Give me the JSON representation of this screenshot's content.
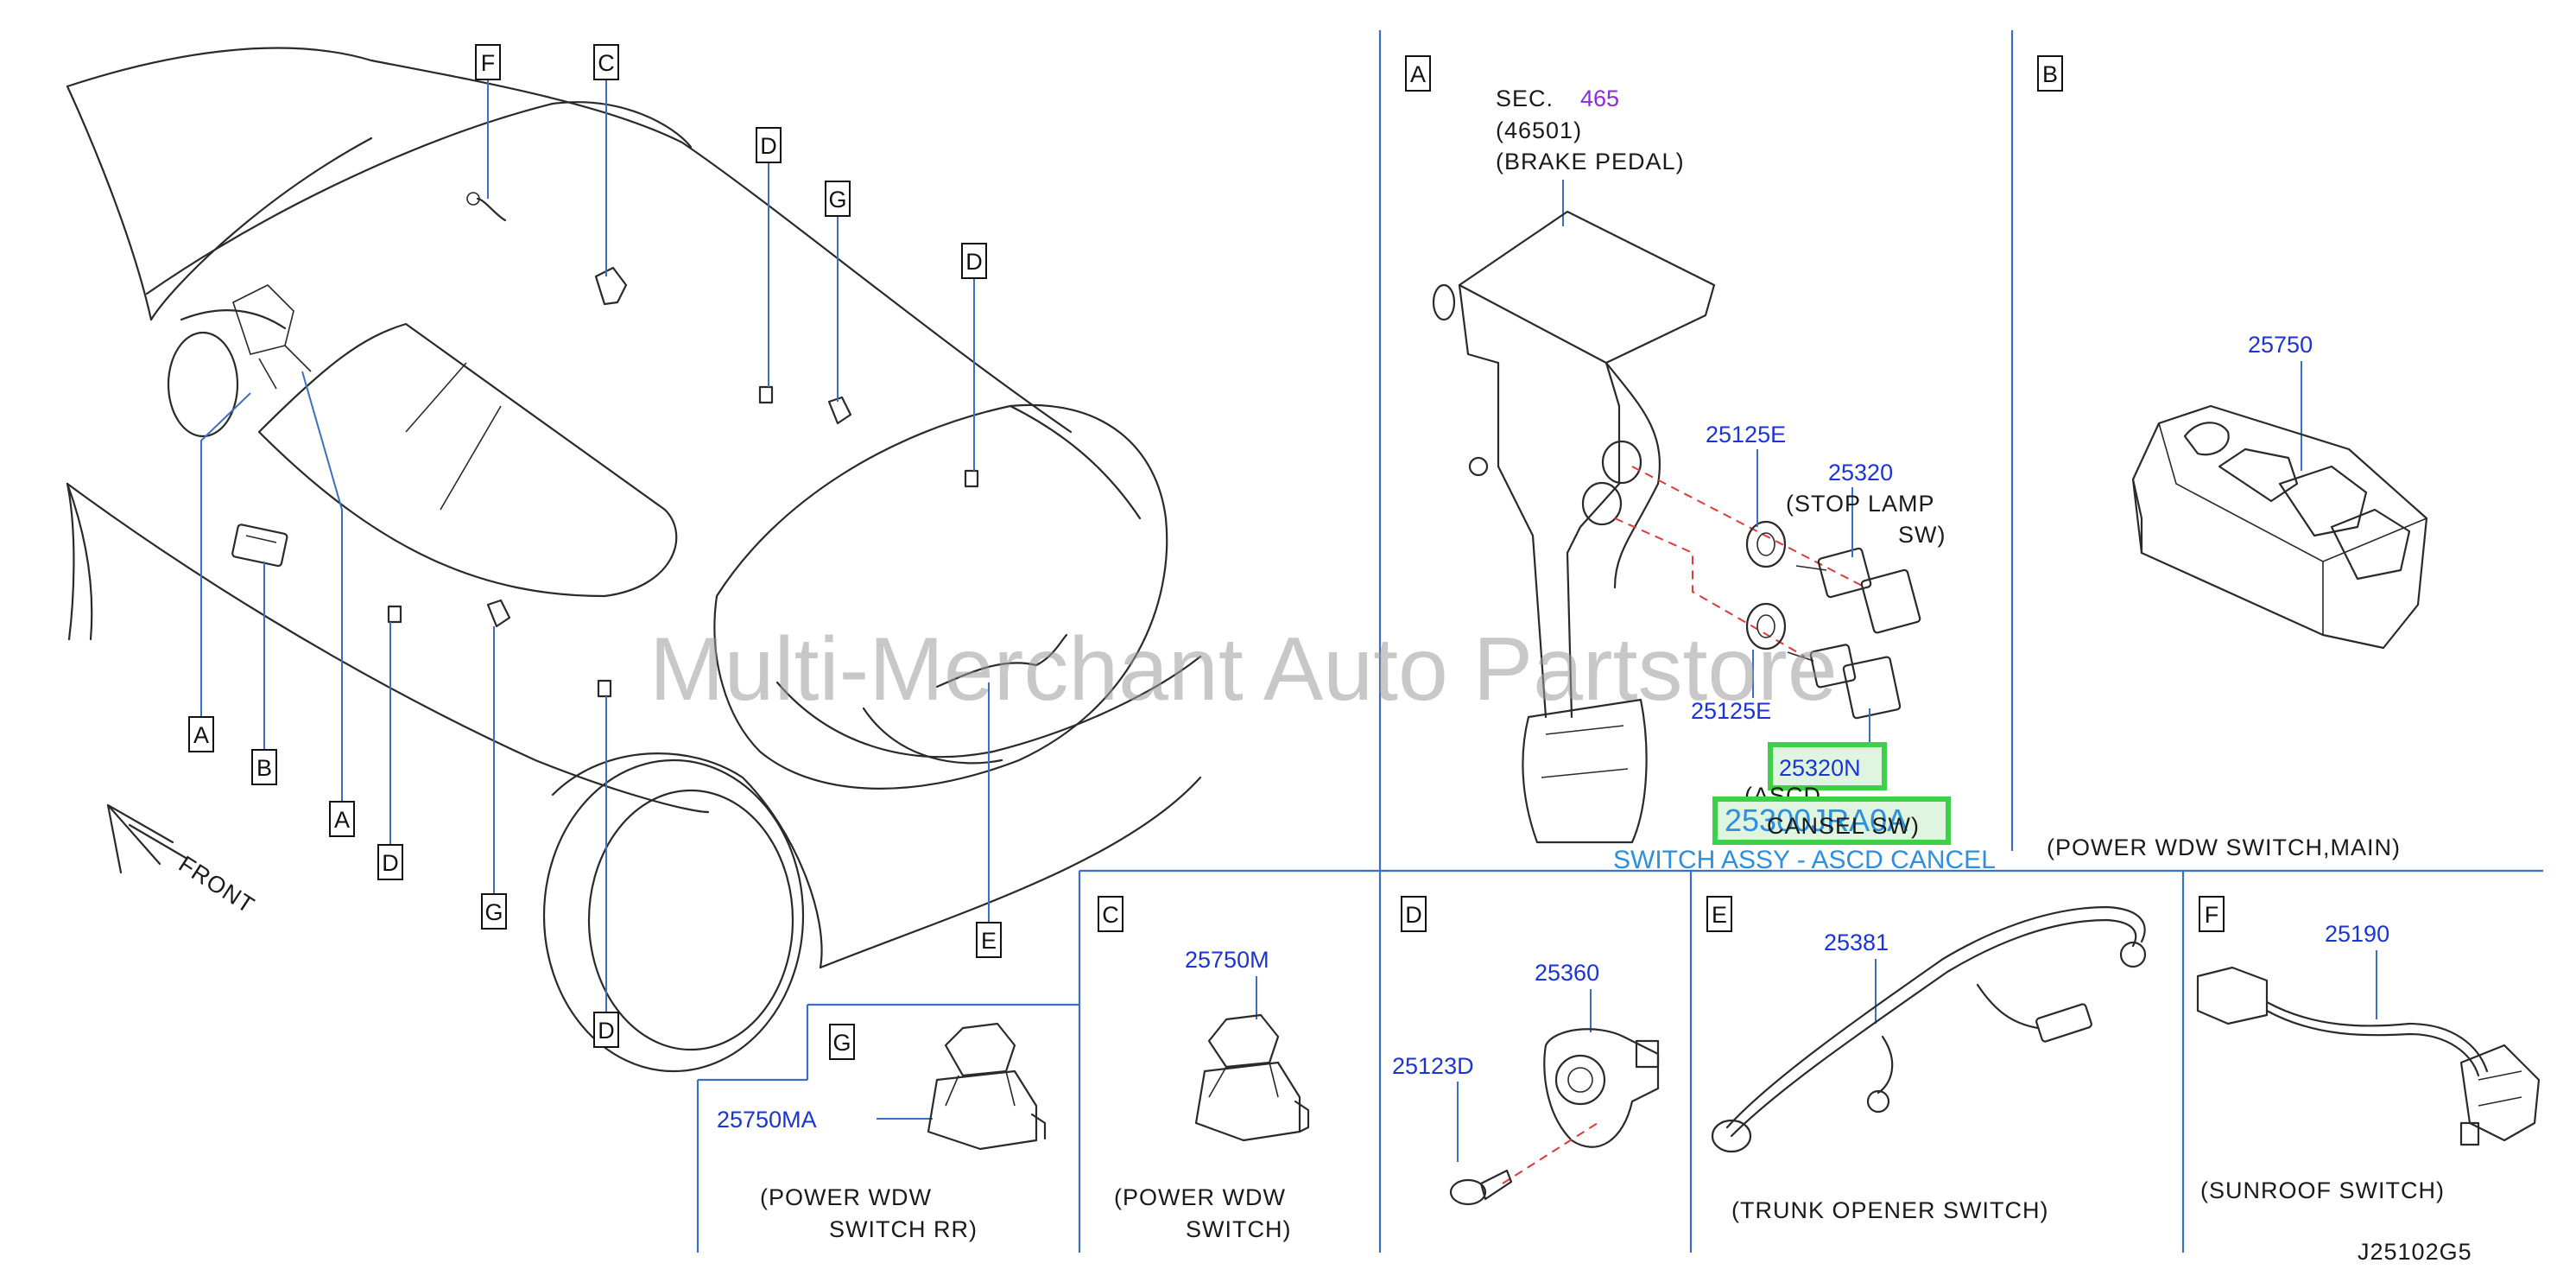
{
  "watermark": "Multi-Merchant Auto Partstore",
  "diagram_code": "J25102G5",
  "front_label": "FRONT",
  "overview_callouts": [
    "F",
    "C",
    "D",
    "G",
    "D",
    "A",
    "B",
    "A",
    "D",
    "G",
    "D",
    "E"
  ],
  "sections": {
    "A": {
      "letter": "A",
      "sec_prefix": "SEC.",
      "sec_number": "465",
      "sec_sub": "(46501)",
      "sec_name": "(BRAKE   PEDAL)",
      "parts": {
        "p1": "25125E",
        "p2": "25320",
        "p2_desc1": "(STOP   LAMP",
        "p2_desc2": "SW)",
        "p3": "25125E",
        "p4": "25320N",
        "p4_desc1": "(ASCD",
        "p4_desc2": "CANSEL   SW)"
      },
      "highlight_part": "25300JRA0A",
      "highlight_name": "SWITCH ASSY - ASCD CANCEL"
    },
    "B": {
      "letter": "B",
      "part": "25750",
      "desc": "(POWER   WDW   SWITCH,MAIN)"
    },
    "C": {
      "letter": "C",
      "part": "25750M",
      "desc1": "(POWER   WDW",
      "desc2": "SWITCH)"
    },
    "D": {
      "letter": "D",
      "part1": "25360",
      "part2": "25123D"
    },
    "E": {
      "letter": "E",
      "part": "25381",
      "desc": "(TRUNK   OPENER   SWITCH)"
    },
    "F": {
      "letter": "F",
      "part": "25190",
      "desc": "(SUNROOF   SWITCH)"
    },
    "G": {
      "letter": "G",
      "part": "25750MA",
      "desc1": "(POWER   WDW",
      "desc2": "SWITCH   RR)"
    }
  },
  "colors": {
    "part_number": "#1a34d6",
    "leader": "#3a6fc4",
    "highlight_border": "#3fd04a",
    "section_ref": "#8a2be2"
  }
}
